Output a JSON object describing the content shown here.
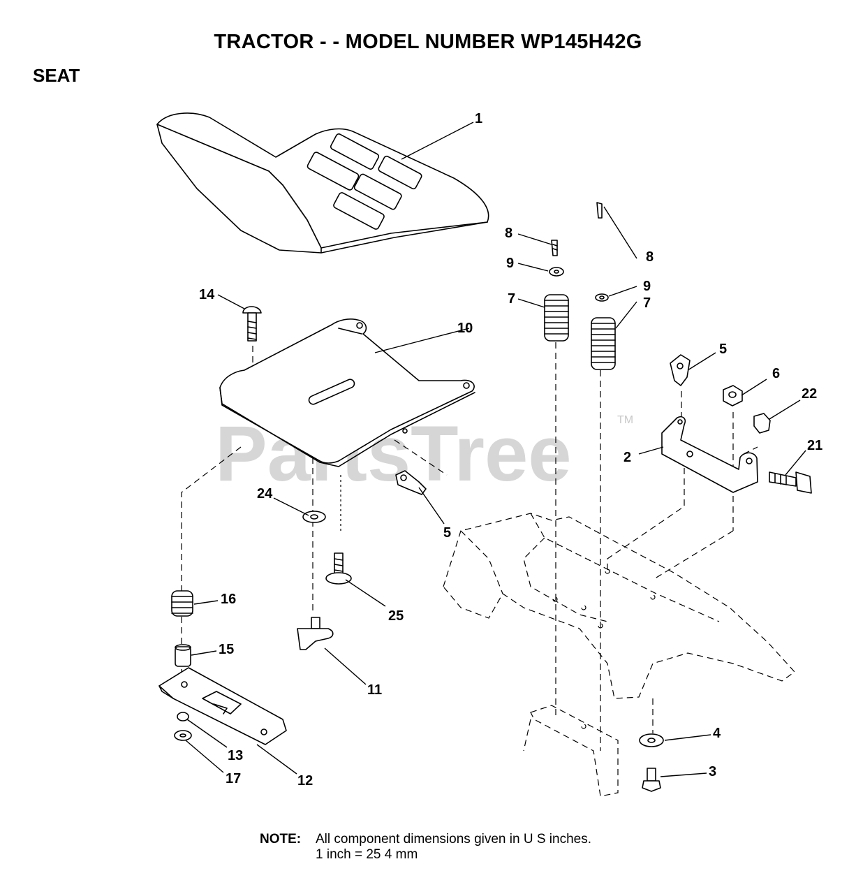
{
  "page": {
    "title": "TRACTOR - - MODEL NUMBER WP145H42G",
    "section": "SEAT"
  },
  "watermark": {
    "text": "PartsTree",
    "trademark": "TM"
  },
  "callouts": {
    "seat": "1",
    "seat_pan": "10",
    "carriage_bolt": "14",
    "screw_8_left": "8",
    "screw_8_right": "8",
    "washer_9_left": "9",
    "washer_9_right": "9",
    "spring_7_left": "7",
    "spring_7_right": "7",
    "switch_5_upper": "5",
    "switch_5_lower": "5",
    "nut_6": "6",
    "nut_22": "22",
    "bracket_2": "2",
    "bolt_21": "21",
    "washer_24": "24",
    "screw_25": "25",
    "spring_16": "16",
    "spacer_15": "15",
    "knob_11": "11",
    "nut_13": "13",
    "washer_17": "17",
    "slide_12": "12",
    "washer_4": "4",
    "bolt_3": "3"
  },
  "note": {
    "label": "NOTE:",
    "line1": "All component  dimensions given in U S  inches.",
    "line2": "1 inch = 25 4 mm"
  }
}
